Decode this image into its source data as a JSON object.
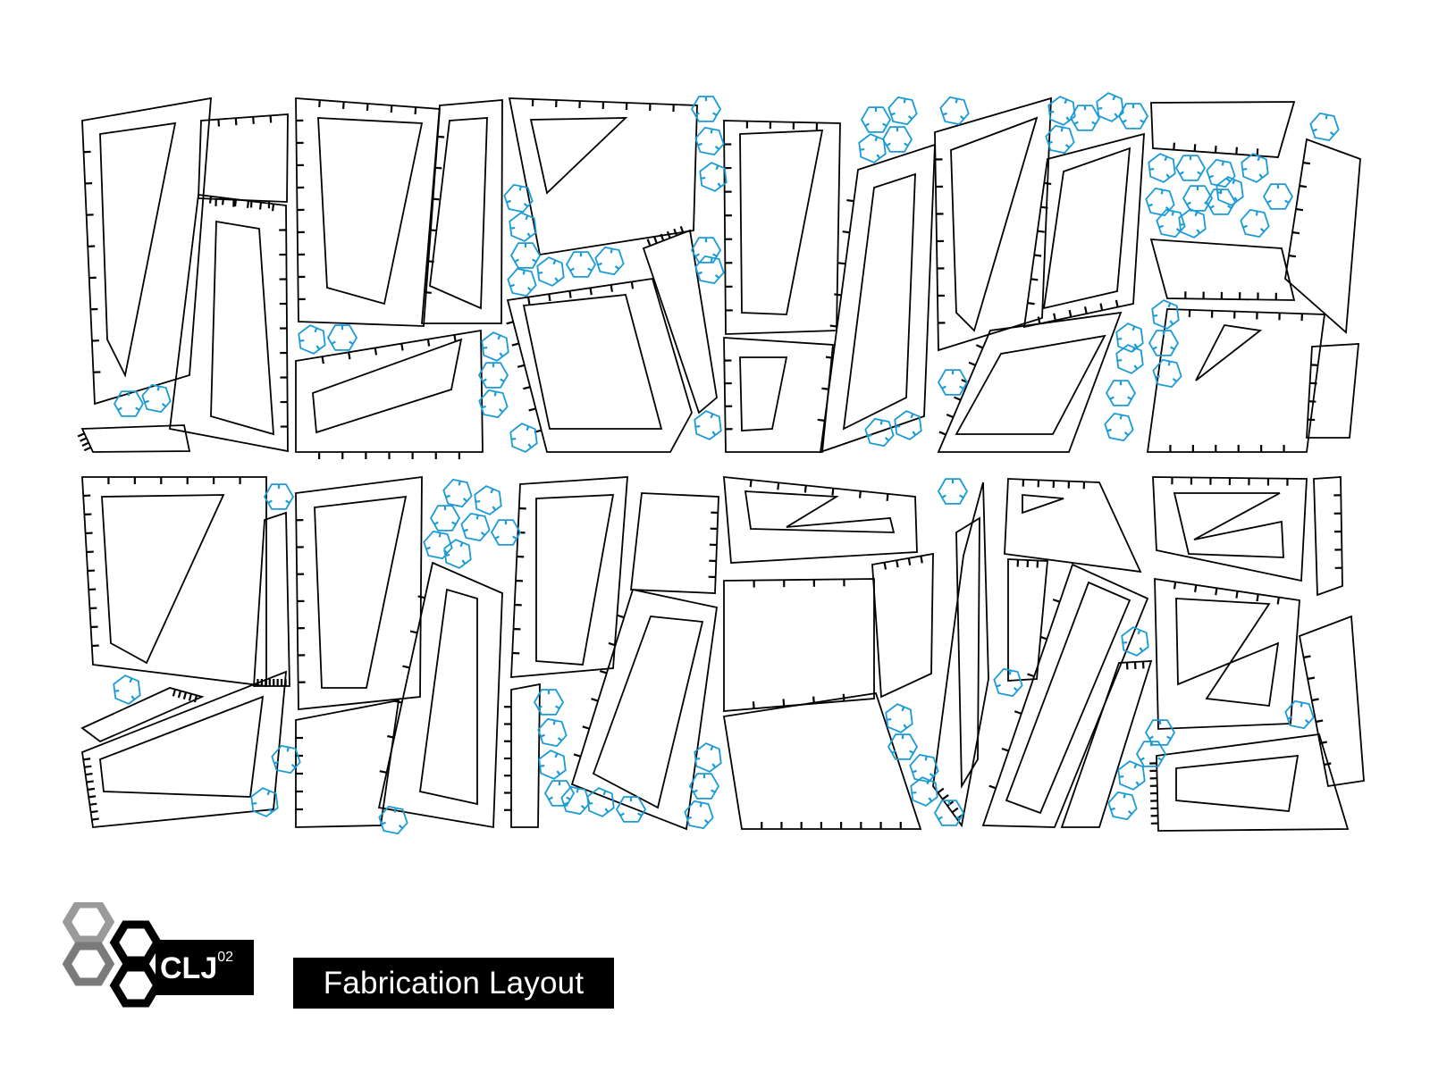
{
  "colors": {
    "panel": "#000000",
    "connector": "#1a9bd7",
    "background": "#ffffff"
  },
  "logo": {
    "text": "CLJ",
    "superscript": "02"
  },
  "title": {
    "text": "Fabrication Layout"
  }
}
